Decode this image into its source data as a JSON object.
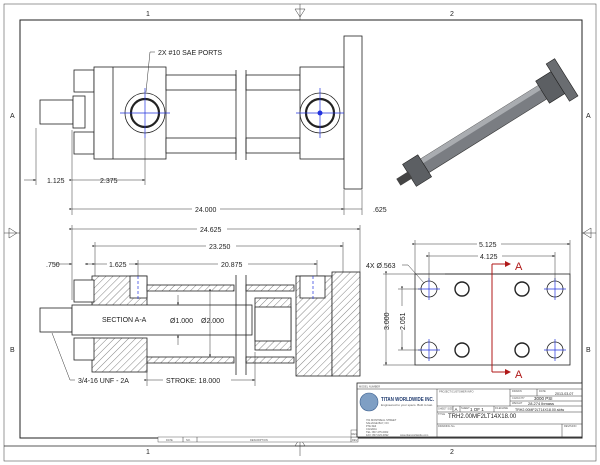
{
  "zones": {
    "col1": "1",
    "col2": "2",
    "rowA": "A",
    "rowB": "B"
  },
  "top_view": {
    "callout_ports": "2X #10 SAE PORTS",
    "dim_rod": "1.125",
    "dim_port": "2.375",
    "dim_length": "24.000",
    "dim_flange": ".625"
  },
  "section_view": {
    "dim_overall": "24.625",
    "dim_mid": "23.250",
    "dim_left": ".750",
    "dim_head": "1.625",
    "dim_body": "20.875",
    "label": "SECTION A-A",
    "dia_rod": "Ø1.000",
    "dia_bore": "Ø2.000",
    "stroke": "STROKE: 18.000",
    "thread": "3/4-16 UNF - 2A"
  },
  "end_view": {
    "dim_width": "5.125",
    "dim_holes": "4.125",
    "holes": "4X Ø.563",
    "dim_height": "3.000",
    "dim_hole_spacing": "2.051",
    "section_mark": "A"
  },
  "title_block": {
    "model_number_label": "MODEL NUMBER",
    "company": "TITAN WORLDWIDE INC.",
    "tagline": "Engineered to your specs. Built to last.",
    "address": [
      "701 MONTREAL STREET",
      "SALVAGE BAY, ON",
      "P7E 6E3",
      "CANADA",
      "TEL: 807-475-0002",
      "FAX: 807-623-0092",
      "www.titanworldwide.com"
    ],
    "project_label": "PROJECT/CUSTOMER INFO",
    "drawn_label": "DRAWN",
    "date_label": "DATE",
    "date": "2013-03-07",
    "capacity_label": "CAPACITY",
    "capacity": "3000 PSI",
    "weight_label": "WEIGHT",
    "weight": "28.274 lbmass",
    "size_label": "SHEET SIZE",
    "size": "A",
    "sheet_label": "SHEET",
    "sheet": "1  OF  1",
    "filename_label": "FILENAME",
    "filename": "TRH2.00MF2LT14X18.00.sldw",
    "title_label": "TITLE",
    "title": "TRH2.00MF2LT14X18.00",
    "drawing_no_label": "DRAWING No.",
    "revision_label": "REVISION"
  },
  "revision_block": {
    "date": "DATE",
    "no": "NO.",
    "description": "DESCRIPTION",
    "rev": "REV.",
    "rev2": "REV."
  },
  "colors": {
    "centerline": "#2233dd",
    "section": "#b01818"
  }
}
